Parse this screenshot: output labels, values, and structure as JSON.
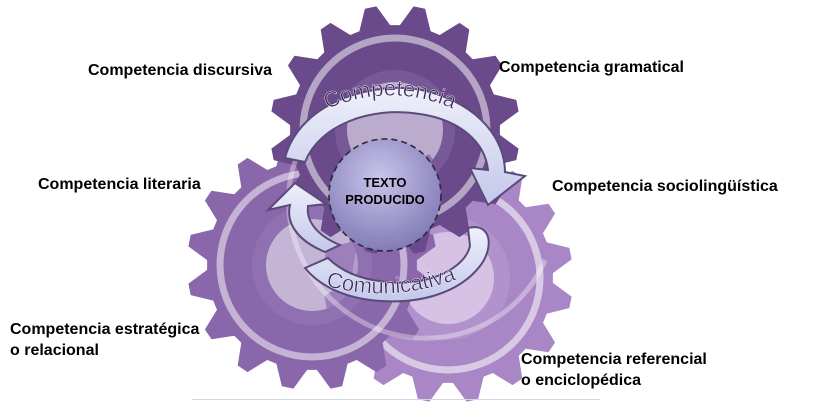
{
  "diagram": {
    "center": {
      "line1": "TEXTO",
      "line2": "PRODUCIDO"
    },
    "arc_top": "Competencia",
    "arc_bottom": "Comunicativa",
    "labels": {
      "discursiva": "Competencia discursiva",
      "gramatical": "Competencia gramatical",
      "literaria": "Competencia literaria",
      "sociolinguistica": "Competencia sociolingüística",
      "estrategica_1": "Competencia estratégica",
      "estrategica_2": "o relacional",
      "referencial_1": "Competencia referencial",
      "referencial_2": "o enciclopédica"
    }
  },
  "colors": {
    "gear_dark": "#6a4a8a",
    "gear_mid": "#8a66aa",
    "gear_light": "#a987c6",
    "arrow_fill": "#dcdff4",
    "arrow_stroke": "#5a4a7a",
    "center_fill": "#9b94c8"
  }
}
